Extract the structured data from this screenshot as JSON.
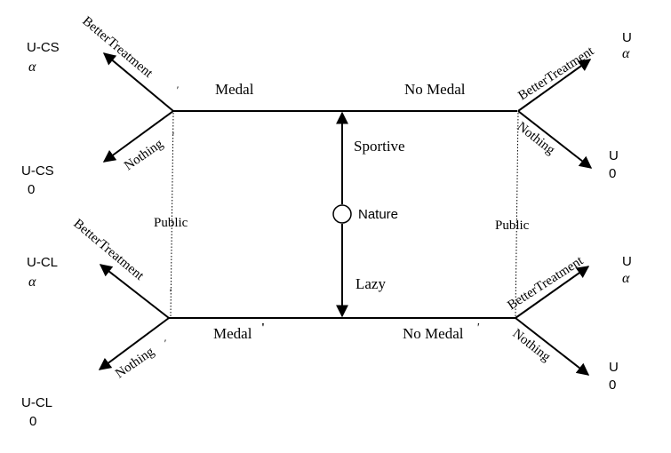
{
  "moves": {
    "medal": "Medal",
    "no_medal": "No Medal",
    "medal_lazy": "Medal",
    "no_medal_lazy": "No Medal",
    "prime_mark": "'",
    "sportive": "Sportive",
    "lazy": "Lazy",
    "nature": "Nature",
    "public": "Public",
    "better_treatment": "BetterTreatment",
    "nothing": "Nothing"
  },
  "payoffs": {
    "sportive_medal_better": {
      "top": "U-CS",
      "bottom": "α"
    },
    "sportive_medal_nothing": {
      "top": "U-CS",
      "bottom": "0"
    },
    "lazy_medal_better": {
      "top": "U-CL",
      "bottom": "α"
    },
    "lazy_medal_nothing": {
      "top": "U-CL",
      "bottom": "0"
    },
    "sportive_nomedal_better": {
      "top": "U",
      "bottom": "α"
    },
    "sportive_nomedal_nothing": {
      "top": "U",
      "bottom": "0"
    },
    "lazy_nomedal_better": {
      "top": "U",
      "bottom": "α"
    },
    "lazy_nomedal_nothing": {
      "top": "U",
      "bottom": "0"
    }
  }
}
